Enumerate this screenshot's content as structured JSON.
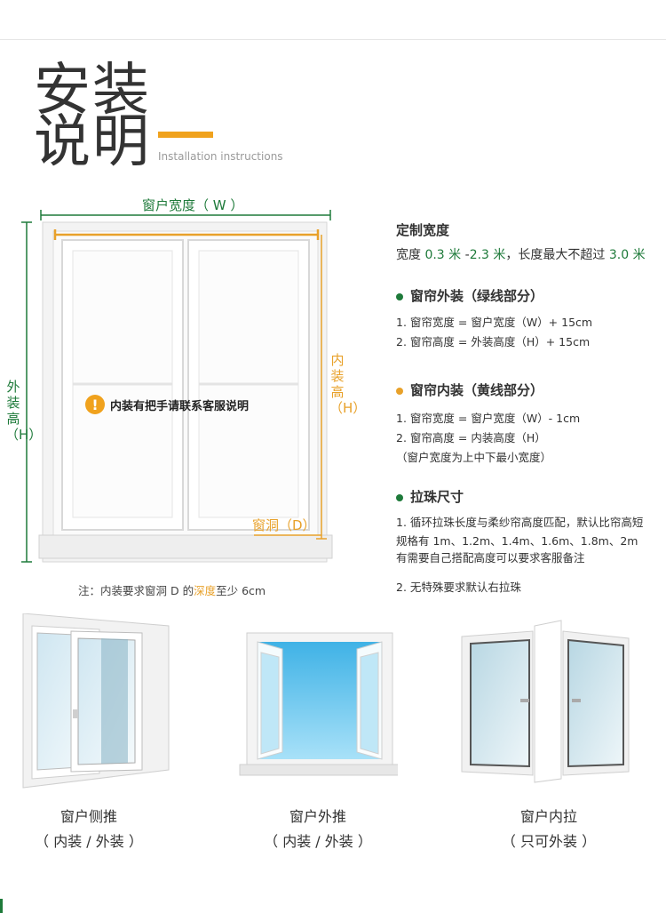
{
  "title": {
    "line1": "安装",
    "line2": "说明",
    "subtitle": "Installation instructions"
  },
  "diagram": {
    "width_label": "窗户宽度（ W ）",
    "outer_height_label": "外装高（H）",
    "inner_height_label": "内装高（H）",
    "hole_label": "窗洞（D）",
    "warning_text": "内装有把手请联系客服说明",
    "note": {
      "prefix": "注：内装要求窗洞 D 的",
      "highlight": "深度",
      "suffix": "至少 6cm"
    }
  },
  "custom_width": {
    "title": "定制宽度",
    "p1": "宽度 ",
    "min": "0.3 米",
    "sep": " -",
    "max": "2.3 米",
    "p2": "，长度最大不超过 ",
    "limit": "3.0 米"
  },
  "outer": {
    "title": "窗帘外装（绿线部分）",
    "lines": [
      "1. 窗帘宽度 = 窗户宽度（W）+ 15cm",
      "2. 窗帘高度 = 外装高度（H）+ 15cm"
    ]
  },
  "inner": {
    "title": "窗帘内装（黄线部分）",
    "lines": [
      "1. 窗帘宽度 = 窗户宽度（W）- 1cm",
      "2. 窗帘高度 = 内装高度（H）",
      "（窗户宽度为上中下最小宽度）"
    ]
  },
  "chain": {
    "title": "拉珠尺寸",
    "lines": [
      "1. 循环拉珠长度与柔纱帘高度匹配，默认比帘高短",
      "规格有 1m、1.2m、1.4m、1.6m、1.8m、2m",
      "有需要自己搭配高度可以要求客服备注",
      "2. 无特殊要求默认右拉珠"
    ]
  },
  "types": [
    {
      "name": "窗户侧推",
      "note": "（ 内装 / 外装 ）"
    },
    {
      "name": "窗户外推",
      "note": "（ 内装 / 外装 ）"
    },
    {
      "name": "窗户内拉",
      "note": "（ 只可外装 ）"
    }
  ],
  "colors": {
    "green": "#1e7a3a",
    "orange": "#e8a12a",
    "accent_bar": "#f0a21d"
  }
}
